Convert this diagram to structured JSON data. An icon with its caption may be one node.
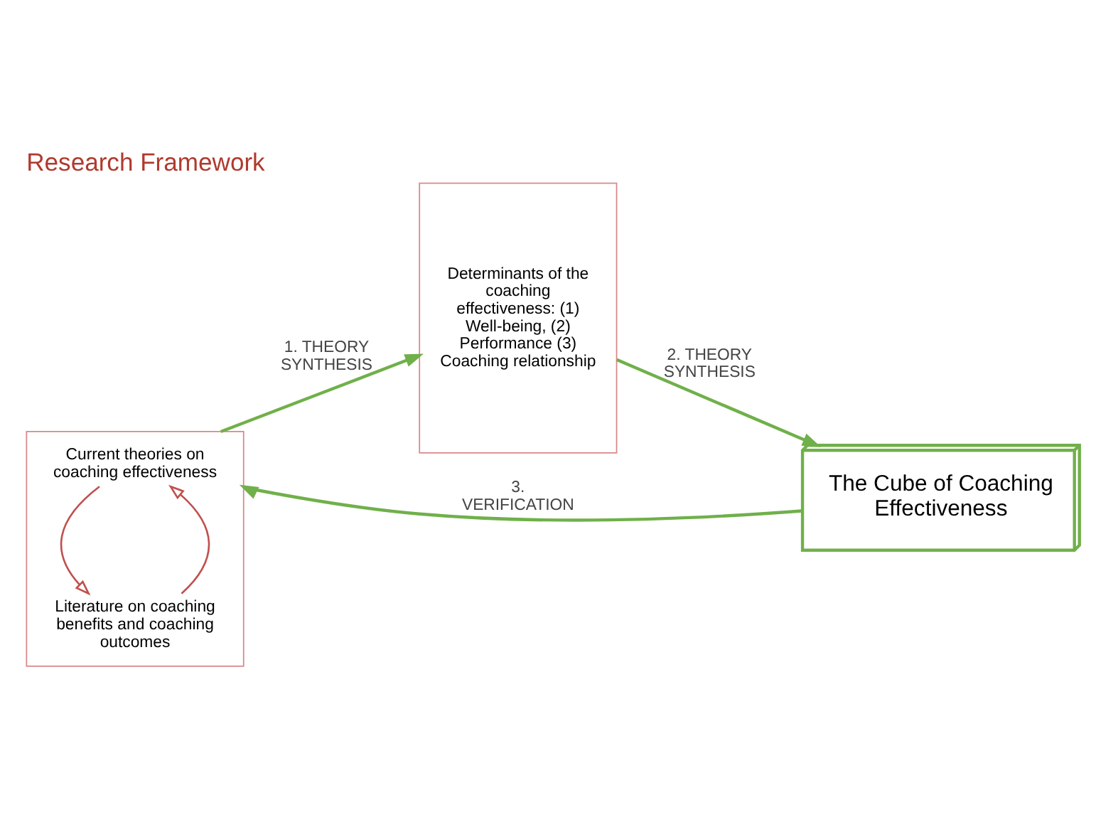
{
  "diagram": {
    "title": "Research Framework",
    "nodes": [
      {
        "text": [],
        "shape": "box"
      },
      {
        "text": [
          "Current theories on coaching effectiveness"
        ],
        "in": 0
      },
      {
        "text": [
          "Literature on coaching benefits and coaching outcomes"
        ],
        "in": 0
      },
      {
        "text": [
          "Determinants of the coaching effectiveness: (1) Well-being, (2) Performance (3) Coaching relationship"
        ]
      },
      {
        "text": [
          "The Cube of Coaching Effectiveness"
        ]
      }
    ],
    "edges": [
      {
        "from": 2,
        "to": 1,
        "arrow": "to",
        "color": "#c0504d"
      },
      {
        "from": 1,
        "to": 2,
        "arrow": "to",
        "color": "#c0504d"
      },
      {
        "from": 0,
        "to": 3,
        "arrow": "to",
        "label": "1. THEORY SYNTHESIS"
      },
      {
        "from": 3,
        "to": 4,
        "arrow": "to",
        "label": "2. THEORY SYNTHESIS"
      },
      {
        "from": 4,
        "to": 0,
        "arrow": "to",
        "label": "3. VERIFICATION"
      }
    ]
  }
}
